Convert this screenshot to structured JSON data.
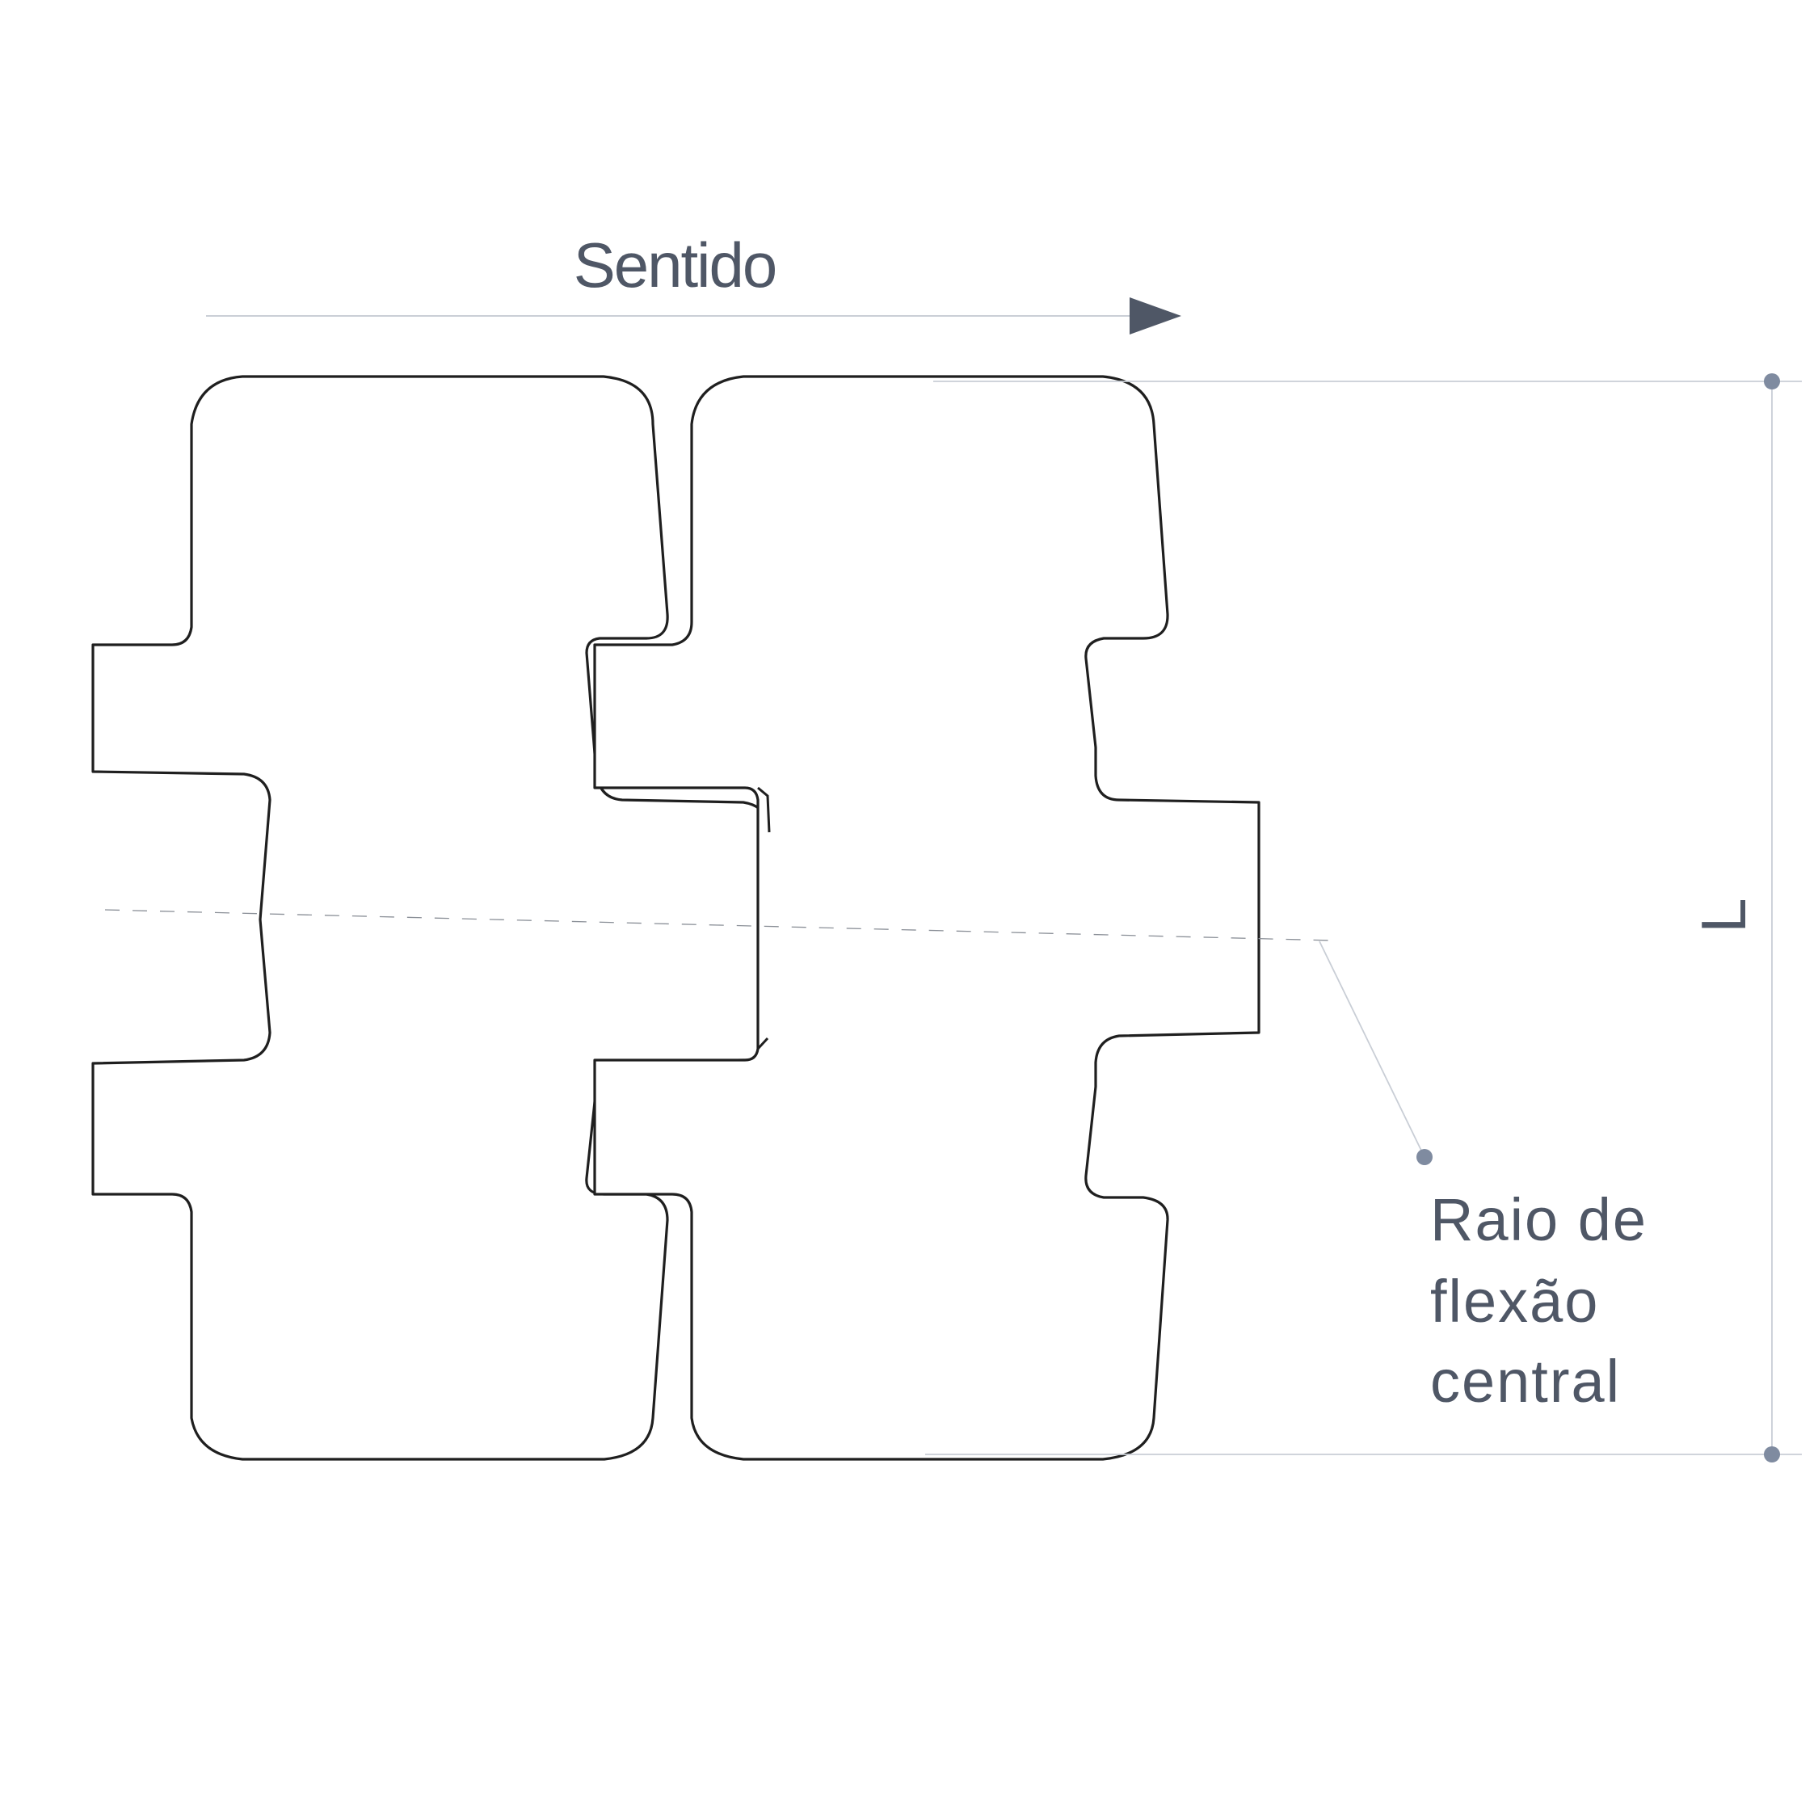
{
  "labels": {
    "direction": "Sentido",
    "dimension": "L",
    "radius_line1": "Raio de",
    "radius_line2": "flexão",
    "radius_line3": "central"
  },
  "colors": {
    "text": "#4f5766",
    "outline": "#1f1f1f",
    "guide": "#c9ced6",
    "marker": "#7f8ba0"
  }
}
